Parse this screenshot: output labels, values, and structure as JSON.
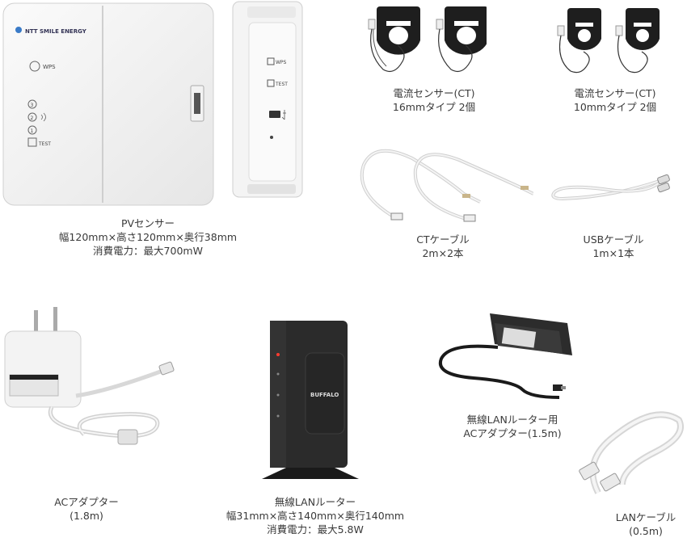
{
  "products": {
    "pv_sensor": {
      "brand": "NTT SMILE ENERGY",
      "wps": "WPS",
      "test": "TEST",
      "num3": "3",
      "num2": "2",
      "num1": "1",
      "caption": [
        "PVセンサー",
        "幅120mm×高さ120mm×奥行38mm",
        "消費電力：最大700mW"
      ]
    },
    "ct_16": {
      "caption": [
        "電流センサー(CT)",
        "16mmタイプ 2個"
      ]
    },
    "ct_10": {
      "caption": [
        "電流センサー(CT)",
        "10mmタイプ 2個"
      ]
    },
    "ct_cable": {
      "caption": [
        "CTケーブル",
        "2m×2本"
      ]
    },
    "usb_cable": {
      "caption": [
        "USBケーブル",
        "1m×1本"
      ]
    },
    "ac_adapter": {
      "caption": [
        "ACアダプター",
        "(1.8m)"
      ]
    },
    "router": {
      "brand": "BUFFALO",
      "caption": [
        "無線LANルーター",
        "幅31mm×高さ140mm×奥行140mm",
        "消費電力：最大5.8W"
      ]
    },
    "router_adapter": {
      "caption": [
        "無線LANルーター用",
        "ACアダプター(1.5m)"
      ]
    },
    "lan_cable": {
      "caption": [
        "LANケーブル",
        "(0.5m)"
      ]
    }
  }
}
